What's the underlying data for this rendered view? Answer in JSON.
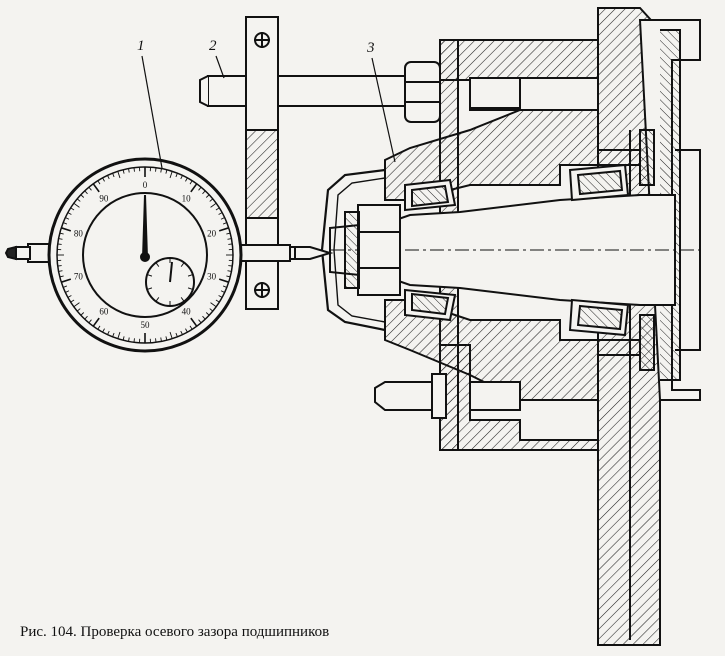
{
  "caption": "Рис. 104. Проверка осевого зазора подшипников",
  "callouts": [
    "1",
    "2",
    "3"
  ],
  "dial_scale": [
    "0",
    "10",
    "20",
    "30",
    "40",
    "50",
    "60",
    "70",
    "80",
    "90"
  ]
}
